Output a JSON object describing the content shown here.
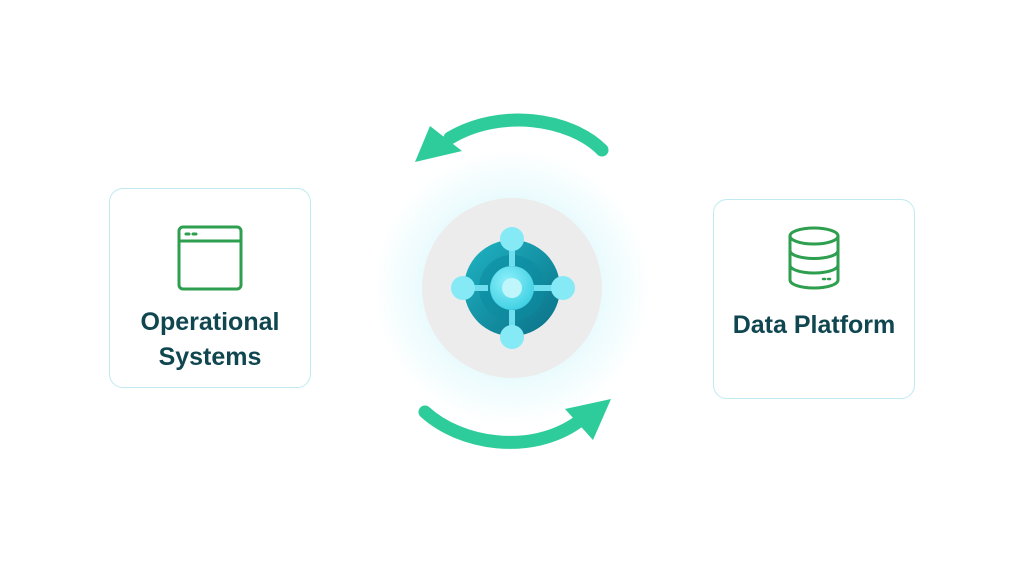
{
  "left_card": {
    "label_line1": "Operational",
    "label_line2": "Systems",
    "icon": "browser-window-icon"
  },
  "right_card": {
    "label": "Data Platform",
    "icon": "database-icon"
  },
  "hub": {
    "icon": "business-central-logo-icon"
  },
  "colors": {
    "arrow": "#2ecc9a",
    "card_border": "#bfeaf2",
    "label_text": "#0f4650",
    "icon_stroke": "#2e9e4f",
    "hub_background": "#ececec",
    "logo_ring": "#0e8f9e",
    "logo_node": "#7ee3f2"
  }
}
